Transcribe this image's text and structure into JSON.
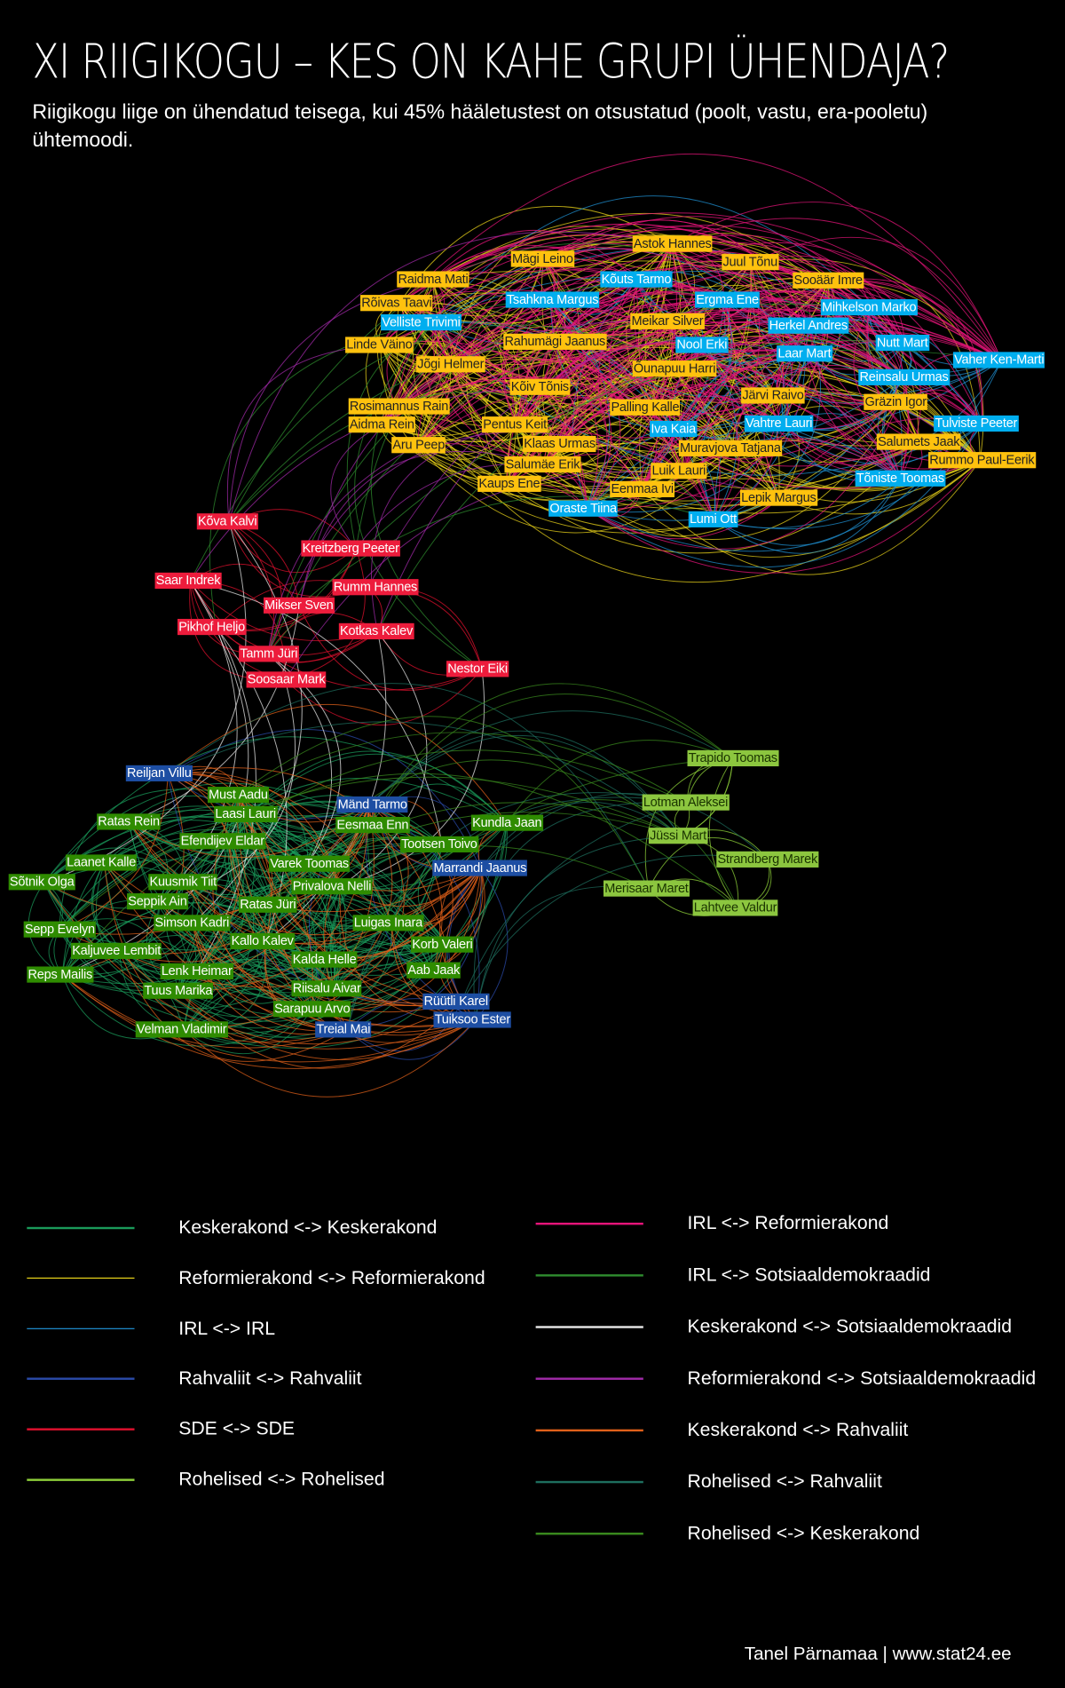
{
  "title": "XI RIIGIKOGU – KES ON KAHE GRUPI ÜHENDAJA?",
  "subtitle": "Riigikogu liige on ühendatud teisega, kui 45% hääletustest  on otsustatud (poolt, vastu, era-pooletu) ühtemoodi.",
  "groups": [
    {
      "id": "reform",
      "bg": "#ffc20e",
      "fg": "#222",
      "members": [
        "Astok Hannes",
        "Mägi Leino",
        "Juul Tõnu",
        "Raidma Mati",
        "Sooäär Imre",
        "Rõivas Taavi",
        "Meikar Silver",
        "Linde Väino",
        "Rahumägi Jaanus",
        "Jõgi Helmer",
        "Õunapuu Harri",
        "Kõiv Tõnis",
        "Järvi Raivo",
        "Rosimannus Rain",
        "Palling Kalle",
        "Gräzin Igor",
        "Aidma Rein",
        "Pentus Keit",
        "Aru Peep",
        "Klaas Urmas",
        "Muravjova Tatjana",
        "Salumets Jaak",
        "Rummo Paul-Eerik",
        "Salumäe Erik",
        "Luik Lauri",
        "Kaups Ene",
        "Eenmaa Ivi",
        "Lepik Margus"
      ]
    },
    {
      "id": "irl",
      "bg": "#00aeef",
      "fg": "#fff",
      "members": [
        "Kõuts Tarmo",
        "Tsahkna Margus",
        "Ergma Ene",
        "Mihkelson Marko",
        "Velliste Trivimi",
        "Herkel Andres",
        "Nool Erki",
        "Nutt Mart",
        "Laar Mart",
        "Vaher Ken-Marti",
        "Reinsalu Urmas",
        "Vahtre Lauri",
        "Tulviste Peeter",
        "Iva Kaia",
        "Tõniste Toomas",
        "Oraste Tiina",
        "Lumi Ott"
      ]
    },
    {
      "id": "sde",
      "bg": "#ed1c3c",
      "fg": "#fff",
      "members": [
        "Kõva Kalvi",
        "Kreitzberg Peeter",
        "Saar Indrek",
        "Rumm Hannes",
        "Mikser Sven",
        "Pikhof Heljo",
        "Kotkas Kalev",
        "Tamm Jüri",
        "Nestor Eiki",
        "Soosaar Mark"
      ]
    },
    {
      "id": "rahvaliit",
      "bg": "#1d4ea3",
      "fg": "#fff",
      "members": [
        "Reiljan Villu",
        "Mänd Tarmo",
        "Marrandi Jaanus",
        "Rüütli Karel",
        "Tuiksoo Ester",
        "Treial Mai"
      ]
    },
    {
      "id": "kesk",
      "bg": "#2f8c00",
      "fg": "#fff",
      "members": [
        "Must Aadu",
        "Laasi Lauri",
        "Ratas Rein",
        "Eesmaa Enn",
        "Kundla Jaan",
        "Efendijev Eldar",
        "Tootsen Toivo",
        "Laanet Kalle",
        "Varek Toomas",
        "Sõtnik Olga",
        "Kuusmik Tiit",
        "Privalova Nelli",
        "Seppik Ain",
        "Ratas Jüri",
        "Simson Kadri",
        "Luigas Inara",
        "Sepp Evelyn",
        "Kallo Kalev",
        "Kaljuvee Lembit",
        "Korb Valeri",
        "Kalda Helle",
        "Reps Mailis",
        "Lenk Heimar",
        "Aab Jaak",
        "Tuus Marika",
        "Riisalu Aivar",
        "Sarapuu Arvo",
        "Velman Vladimir"
      ]
    },
    {
      "id": "rohelised",
      "bg": "#8cc63f",
      "fg": "#1a3300",
      "members": [
        "Trapido Toomas",
        "Lotman Aleksei",
        "Jüssi Mart",
        "Strandberg Marek",
        "Merisaar Maret",
        "Lahtvee Valdur"
      ]
    }
  ],
  "legend": [
    {
      "label": "Keskerakond <-> Keskerakond",
      "color": "#1a9a5a",
      "a": "kesk",
      "b": "kesk"
    },
    {
      "label": "Reformierakond <-> Reformierakond",
      "color": "#e8d21a",
      "a": "reform",
      "b": "reform"
    },
    {
      "label": "IRL <-> IRL",
      "color": "#1f8fd0",
      "a": "irl",
      "b": "irl"
    },
    {
      "label": "Rahvaliit <-> Rahvaliit",
      "color": "#2a4aa8",
      "a": "rahvaliit",
      "b": "rahvaliit"
    },
    {
      "label": "SDE <-> SDE",
      "color": "#e0102e",
      "a": "sde",
      "b": "sde"
    },
    {
      "label": "Rohelised <-> Rohelised",
      "color": "#8fd13a",
      "a": "rohelised",
      "b": "rohelised"
    },
    {
      "label": "IRL <-> Reformierakond",
      "color": "#e6147a",
      "a": "irl",
      "b": "reform"
    },
    {
      "label": "IRL <-> Sotsiaaldemokraadid",
      "color": "#2e8b2e",
      "a": "irl",
      "b": "sde"
    },
    {
      "label": "Keskerakond <-> Sotsiaaldemokraadid",
      "color": "#e8e8e8",
      "a": "kesk",
      "b": "sde"
    },
    {
      "label": "Reformierakond <-> Sotsiaaldemokraadid",
      "color": "#a12aa8",
      "a": "reform",
      "b": "sde"
    },
    {
      "label": "Keskerakond <-> Rahvaliit",
      "color": "#e0601a",
      "a": "kesk",
      "b": "rahvaliit"
    },
    {
      "label": "Rohelised <-> Rahvaliit",
      "color": "#1e6e5e",
      "a": "rohelised",
      "b": "rahvaliit"
    },
    {
      "label": "Rohelised <-> Keskerakond",
      "color": "#3a8a1e",
      "a": "rohelised",
      "b": "kesk"
    }
  ],
  "footer": "Tanel Pärnamaa | www.stat24.ee"
}
